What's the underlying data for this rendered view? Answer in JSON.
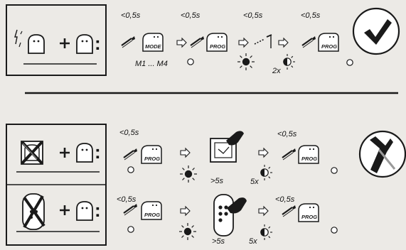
{
  "steps": {
    "timing_short": "<0,5s",
    "timing_long": ">5s",
    "repeat_2x": "2x",
    "repeat_5x": "5x",
    "mode_range": "M1 ... M4",
    "colon": ":"
  },
  "buttons": {
    "mode": "MODE",
    "prog": "PROG"
  },
  "icons": {
    "success": "checkmark-circle-icon",
    "failure": "cross-circle-icon"
  }
}
